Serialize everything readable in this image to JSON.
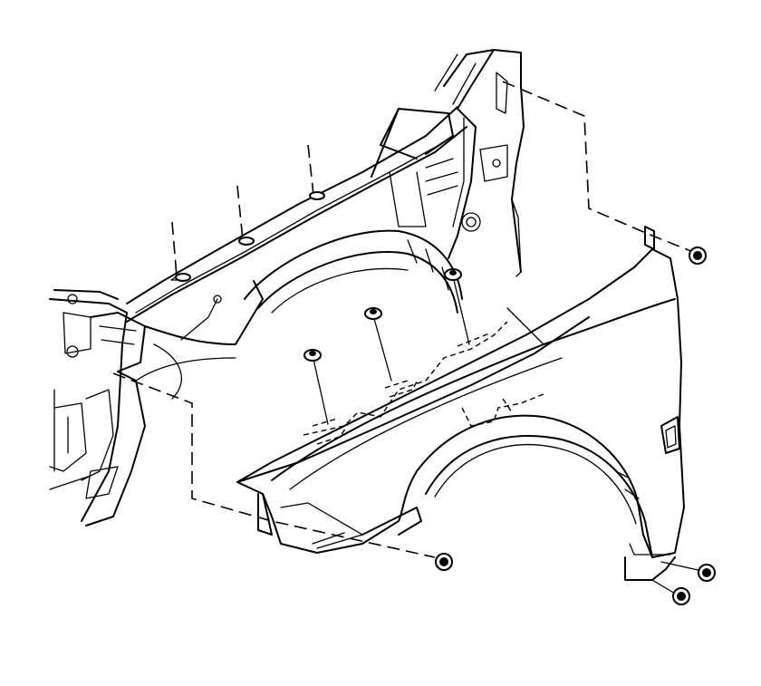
{
  "figure": {
    "parts": [
      "fender-panel",
      "inner-body-structure",
      "wheel-opening",
      "rear-mounting-bolt",
      "lower-front-bolt",
      "lower-rear-bolts",
      "upper-rail-bolts"
    ],
    "bolt_count": 9,
    "line_color": "#000000",
    "background": "#ffffff"
  }
}
